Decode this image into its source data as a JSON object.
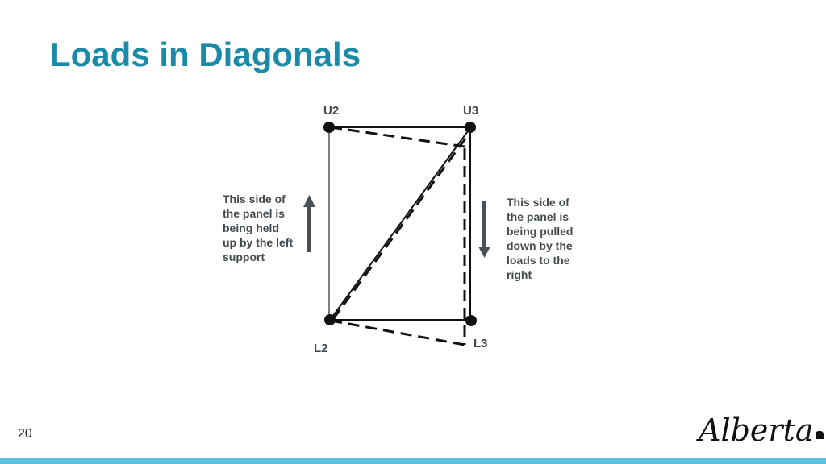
{
  "title": "Loads in Diagonals",
  "nodes": {
    "u2": "U2",
    "u3": "U3",
    "l2": "L2",
    "l3": "L3"
  },
  "annotations": {
    "left": [
      "This side of",
      "the panel is",
      "being held",
      "up by the left",
      "support"
    ],
    "right": [
      "This side of",
      "the panel is",
      "being pulled",
      "down by the",
      "loads to the",
      "right"
    ]
  },
  "arrows": {
    "left": "up",
    "right": "down"
  },
  "page_number": "20",
  "logo_text": "Alberta",
  "colors": {
    "title": "#1a8aa8",
    "text": "#444b4f",
    "arrow": "#4a5155",
    "bottom_bar": "#5bc0de"
  }
}
